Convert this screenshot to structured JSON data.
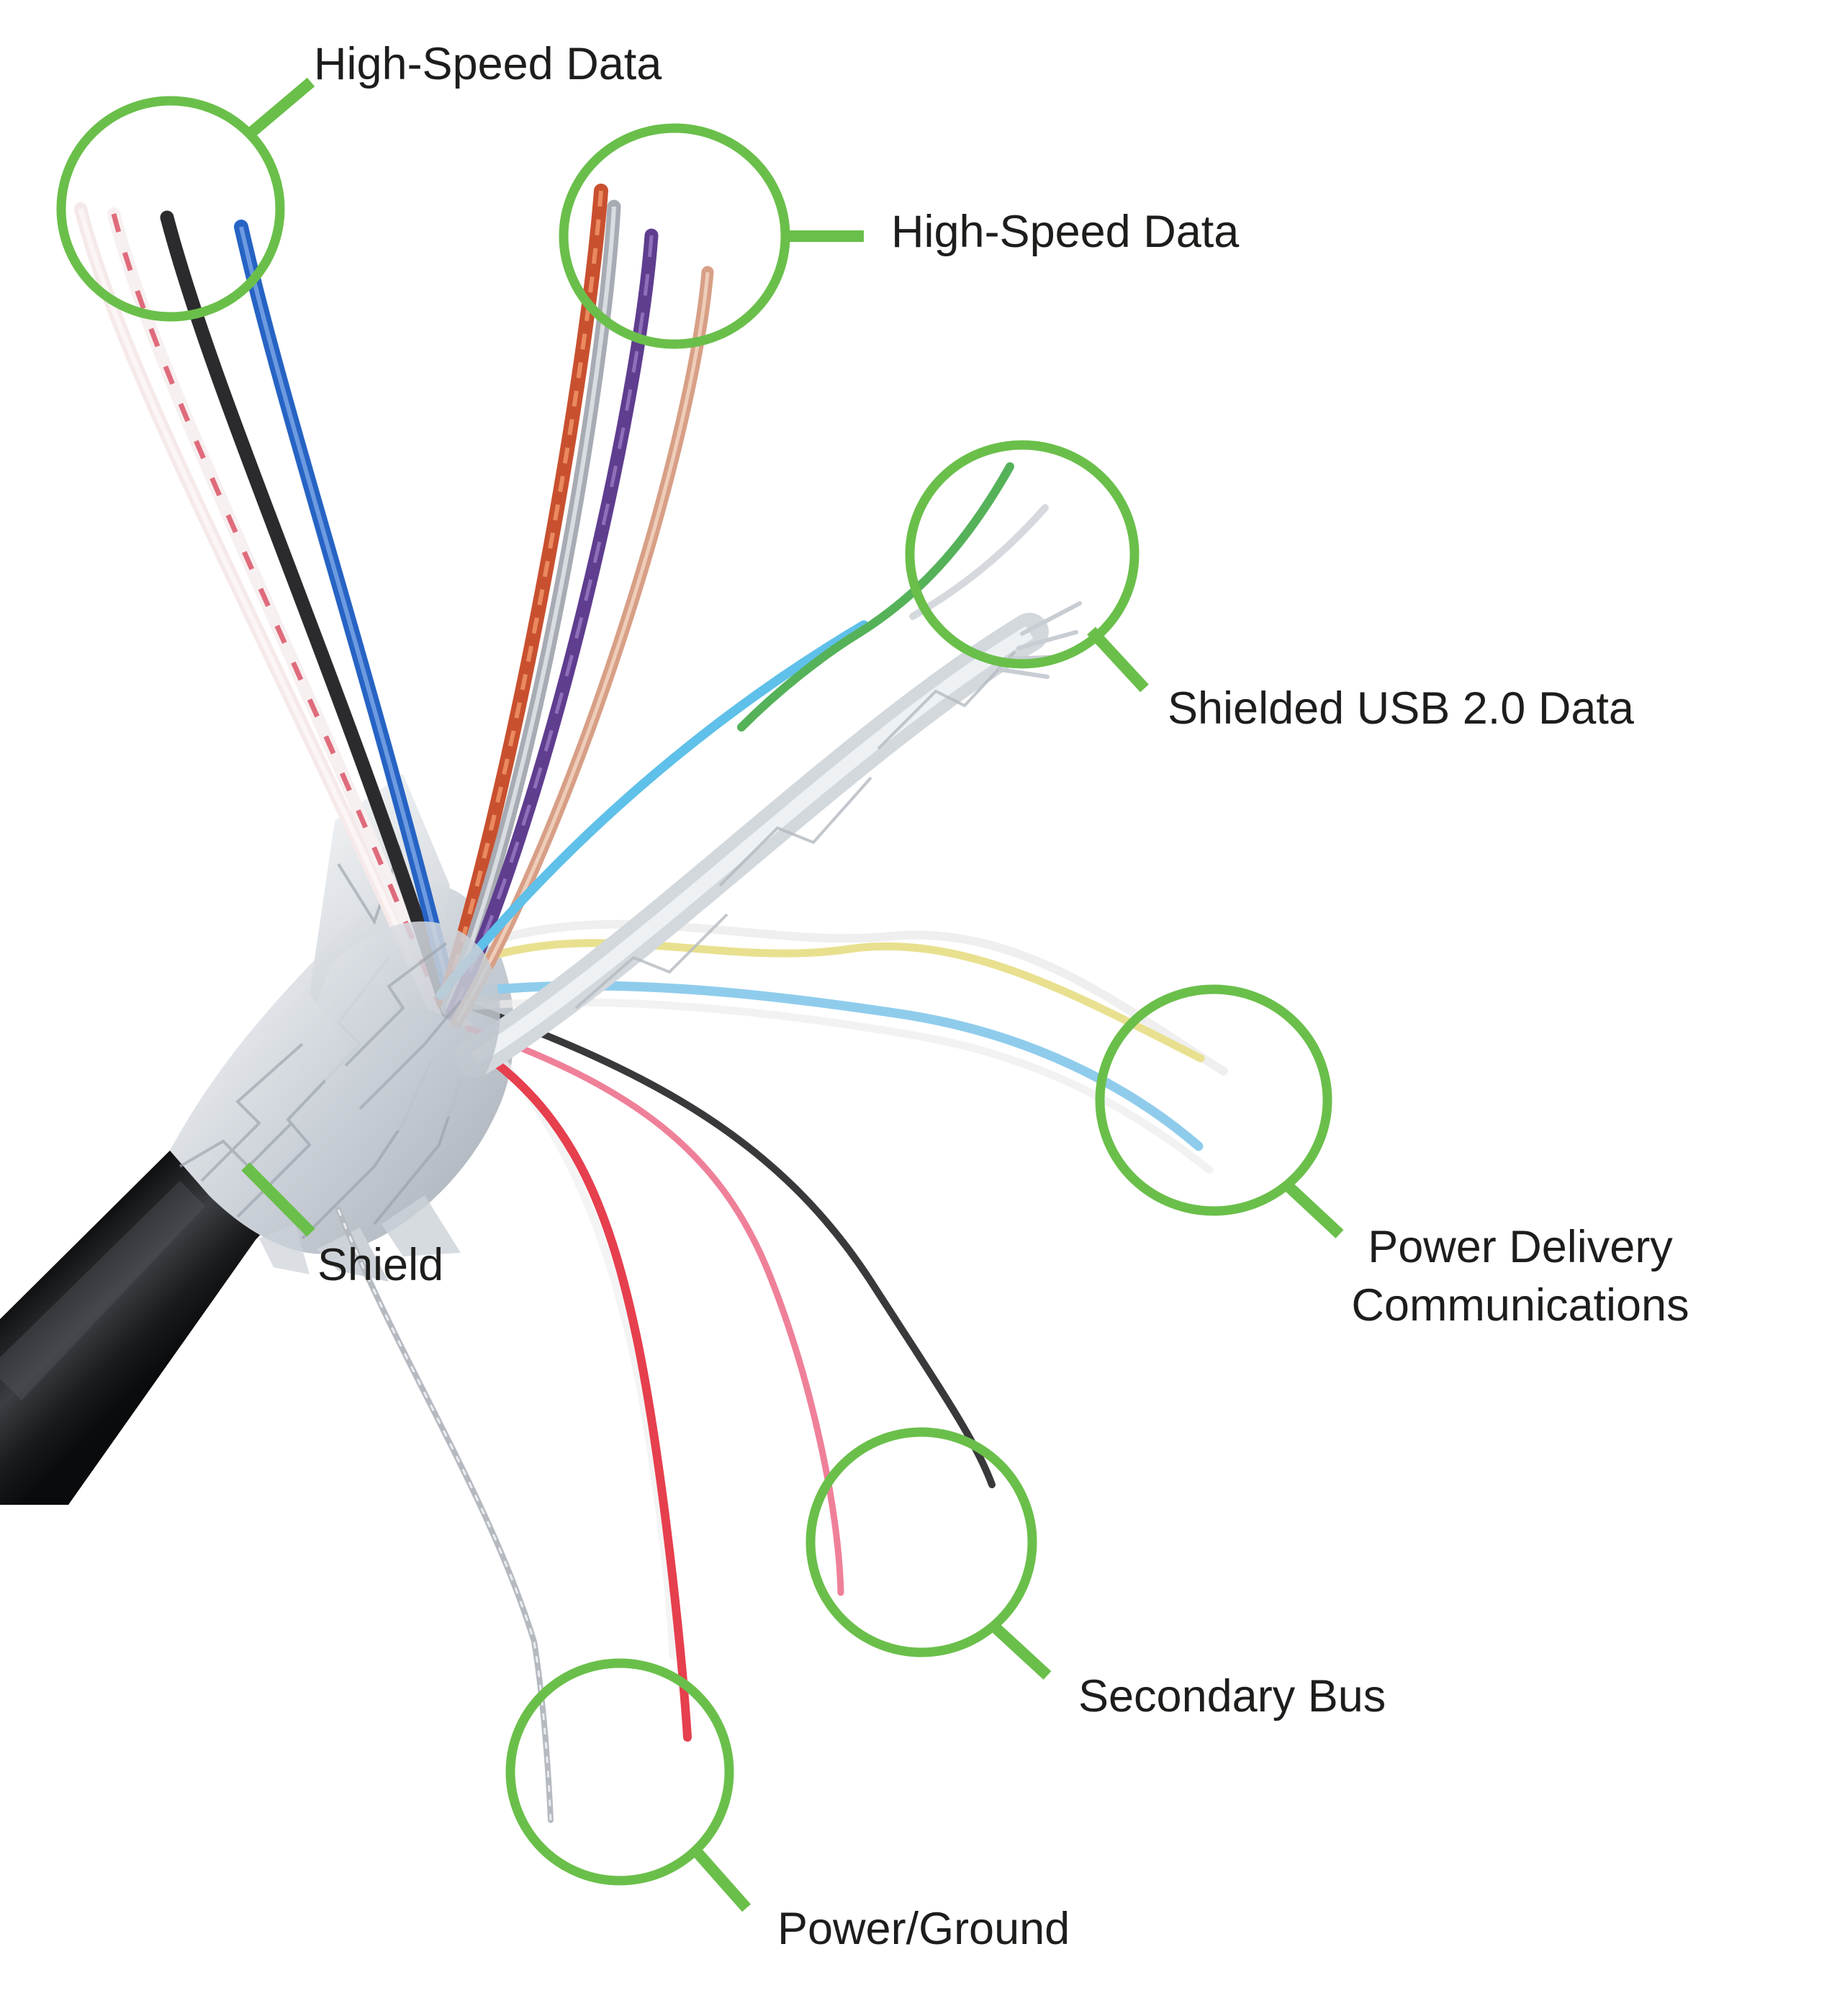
{
  "figure": {
    "kind": "annotated-cable-diagram",
    "subject": "USB-C cable cut-away with fanned-out internal wires",
    "background_color": "#ffffff",
    "annotation_green": "#6abf4a",
    "label_text_color": "#1d1d1b"
  },
  "annotations": {
    "hsd1": {
      "label": "High-Speed Data"
    },
    "hsd2": {
      "label": "High-Speed Data"
    },
    "usb2": {
      "label": "Shielded USB 2.0 Data"
    },
    "pd": {
      "line1": "Power Delivery",
      "line2": "Communications"
    },
    "shield": {
      "label": "Shield"
    },
    "secondary": {
      "label": "Secondary Bus"
    },
    "power_ground": {
      "label": "Power/Ground"
    }
  },
  "wires": [
    {
      "name": "pale-white-pair-wire",
      "color": "#f5e9e9"
    },
    {
      "name": "red-striped-white-wire",
      "color": "#df6b7c"
    },
    {
      "name": "black-pair-wire",
      "color": "#2b2b2e"
    },
    {
      "name": "blue-pair-wire",
      "color": "#2663c4"
    },
    {
      "name": "orange-red-pair-wire",
      "color": "#c8502f"
    },
    {
      "name": "silver-gray-pair-wire",
      "color": "#a7abb3"
    },
    {
      "name": "purple-pair-wire",
      "color": "#5f3d8f"
    },
    {
      "name": "copper-pair-wire",
      "color": "#d79f86"
    },
    {
      "name": "green-usb2-wire",
      "color": "#55b259"
    },
    {
      "name": "cyan-usb2-wire",
      "color": "#5fc0e9"
    },
    {
      "name": "yellow-pd-wire",
      "color": "#e9e08f"
    },
    {
      "name": "light-blue-pd-wire",
      "color": "#8fccec"
    },
    {
      "name": "black-secondary-wire",
      "color": "#39393b"
    },
    {
      "name": "pink-secondary-wire",
      "color": "#ef8099"
    },
    {
      "name": "red-power-wire",
      "color": "#e63f4e"
    },
    {
      "name": "braided-drain-wire",
      "color": "#b5bac0"
    },
    {
      "name": "foil-shield",
      "color": "#d3d8dd"
    },
    {
      "name": "cable-jacket",
      "color": "#17181a"
    }
  ]
}
